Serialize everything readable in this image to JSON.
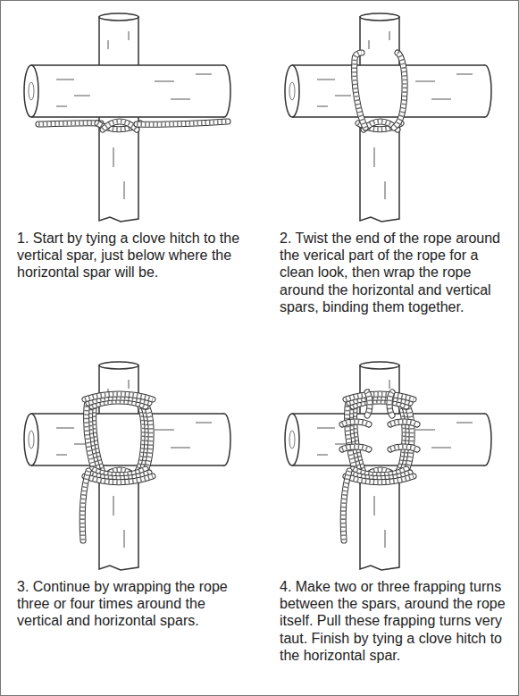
{
  "diagram": {
    "labels": [
      "1. Start by tying a clove hitch to the vertical spar, just below where the horizontal spar will be.",
      "2. Twist the end of the rope around the verical part of the rope for a clean look, then wrap the rope around the horizontal and vertical spars, binding them together.",
      "3. Continue by wrapping the rope three or four times around the vertical and horizontal spars.",
      "4. Make two or three frapping turns between the spars, around the rope itself. Pull these frapping turns very taut. Finish by tying a clove hitch to the horizontal spar."
    ]
  }
}
